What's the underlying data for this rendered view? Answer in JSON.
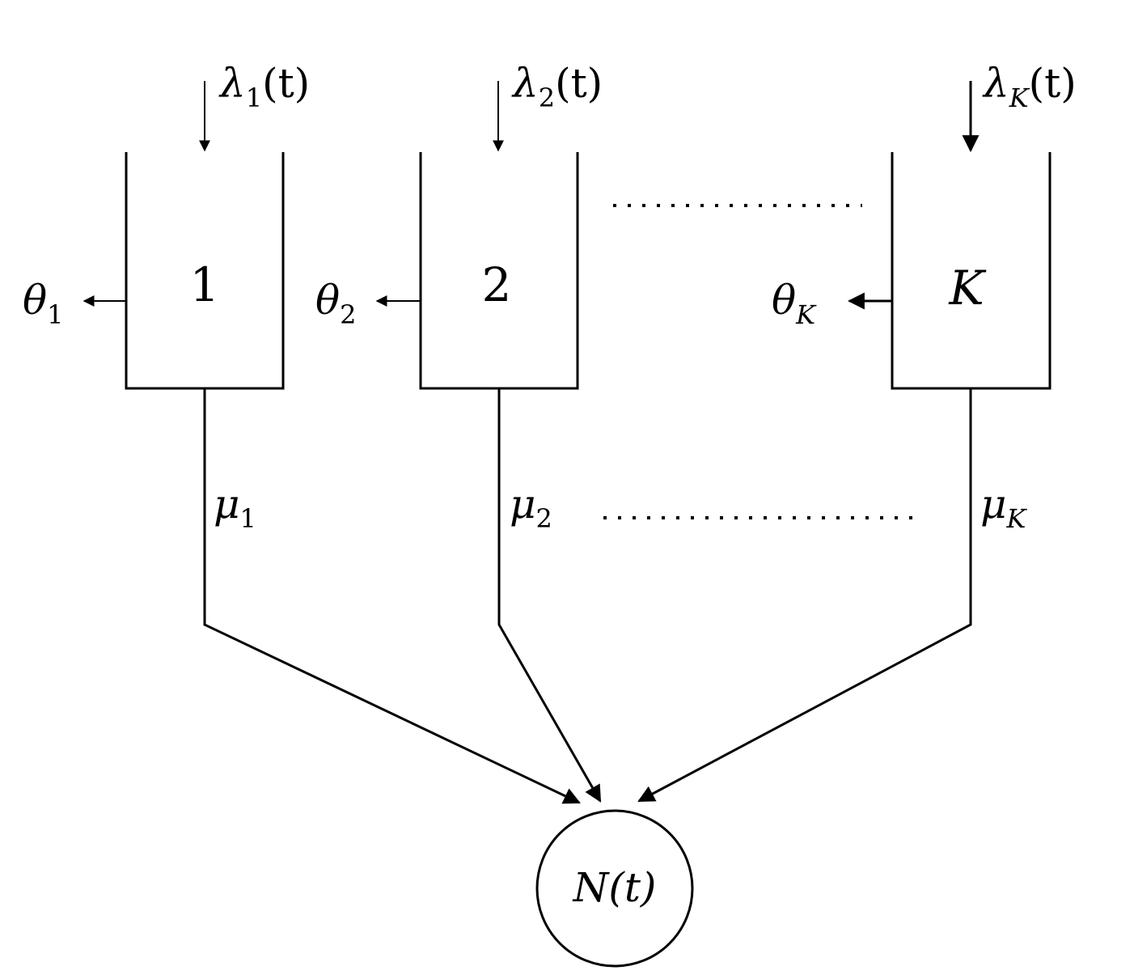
{
  "queues": [
    {
      "label": "1",
      "arrival": {
        "sym": "λ",
        "sub": "1",
        "arg": "(t)"
      },
      "abandon": {
        "sym": "θ",
        "sub": "1"
      },
      "service": {
        "sym": "μ",
        "sub": "1"
      }
    },
    {
      "label": "2",
      "arrival": {
        "sym": "λ",
        "sub": "2",
        "arg": "(t)"
      },
      "abandon": {
        "sym": "θ",
        "sub": "2"
      },
      "service": {
        "sym": "μ",
        "sub": "2"
      }
    },
    {
      "label": "K",
      "arrival": {
        "sym": "λ",
        "sub": "K",
        "arg": "(t)"
      },
      "abandon": {
        "sym": "θ",
        "sub": "K"
      },
      "service": {
        "sym": "μ",
        "sub": "K"
      }
    }
  ],
  "output": {
    "label": "N(t)"
  }
}
